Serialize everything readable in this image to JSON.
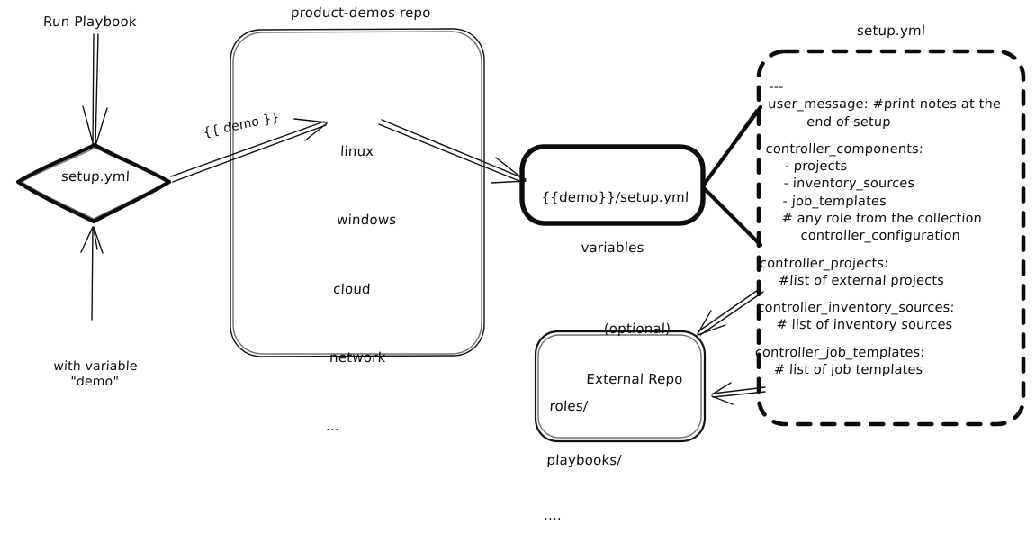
{
  "diagram": {
    "title": "Ansible product-demos setup.yml flow",
    "style": "hand-drawn whiteboard sketch",
    "background": "#ffffff",
    "ink": "#0d0d0d"
  },
  "nodes": {
    "run_playbook": {
      "label": "Run Playbook"
    },
    "setup_diamond": {
      "label": "setup.yml",
      "shape": "diamond"
    },
    "with_variable": {
      "label": "with variable\n\"demo\""
    },
    "repo": {
      "title": "product-demos repo",
      "shape": "rounded-rect",
      "items": [
        "linux",
        "windows",
        "cloud",
        "network",
        "..."
      ]
    },
    "vars_box": {
      "line1": "{{demo}}/setup.yml",
      "line2": "variables",
      "shape": "rounded-rect-bold"
    },
    "setup_yml": {
      "title": "setup.yml",
      "shape": "dashed-rounded-rect",
      "lines": [
        {
          "text": "---",
          "indent": 0
        },
        {
          "text": "user_message: #print notes at the",
          "indent": 0
        },
        {
          "text": "end of setup",
          "indent": 2
        },
        {
          "text": "",
          "indent": 0
        },
        {
          "text": "controller_components:",
          "indent": 0
        },
        {
          "text": "- projects",
          "indent": 1
        },
        {
          "text": "- inventory_sources",
          "indent": 1
        },
        {
          "text": "- job_templates",
          "indent": 1
        },
        {
          "text": "# any role from the collection",
          "indent": 1
        },
        {
          "text": "controller_configuration",
          "indent": 2
        },
        {
          "text": "",
          "indent": 0
        },
        {
          "text": "controller_projects:",
          "indent": 0
        },
        {
          "text": "#list of external projects",
          "indent": 1
        },
        {
          "text": "",
          "indent": 0
        },
        {
          "text": "controller_inventory_sources:",
          "indent": 0
        },
        {
          "text": "# list of inventory sources",
          "indent": 1
        },
        {
          "text": "",
          "indent": 0
        },
        {
          "text": "controller_job_templates:",
          "indent": 0
        },
        {
          "text": "# list of job templates",
          "indent": 1
        }
      ]
    },
    "external_repo": {
      "title_line1": "(optional)",
      "title_line2": "External Repo",
      "shape": "rounded-rect",
      "items": [
        "roles/",
        "playbooks/",
        "...."
      ]
    }
  },
  "edges": [
    {
      "from": "run_playbook",
      "to": "setup_diamond",
      "label": "",
      "style": "double-line arrow down"
    },
    {
      "from": "with_variable",
      "to": "setup_diamond",
      "label": "",
      "style": "line arrow up"
    },
    {
      "from": "setup_diamond",
      "to": "repo.linux",
      "label": "{{ demo }}",
      "style": "double-line arrow right-up"
    },
    {
      "from": "repo.linux",
      "to": "vars_box",
      "label": "",
      "style": "double-line arrow right-down"
    },
    {
      "from": "vars_box",
      "to": "setup_yml",
      "label": "",
      "style": "two thick fan lines"
    },
    {
      "from": "setup_yml.controller_projects",
      "to": "external_repo",
      "label": "",
      "style": "double-line arrow left-down"
    },
    {
      "from": "setup_yml.controller_job_templates",
      "to": "external_repo",
      "label": "",
      "style": "double-line arrow left"
    }
  ]
}
